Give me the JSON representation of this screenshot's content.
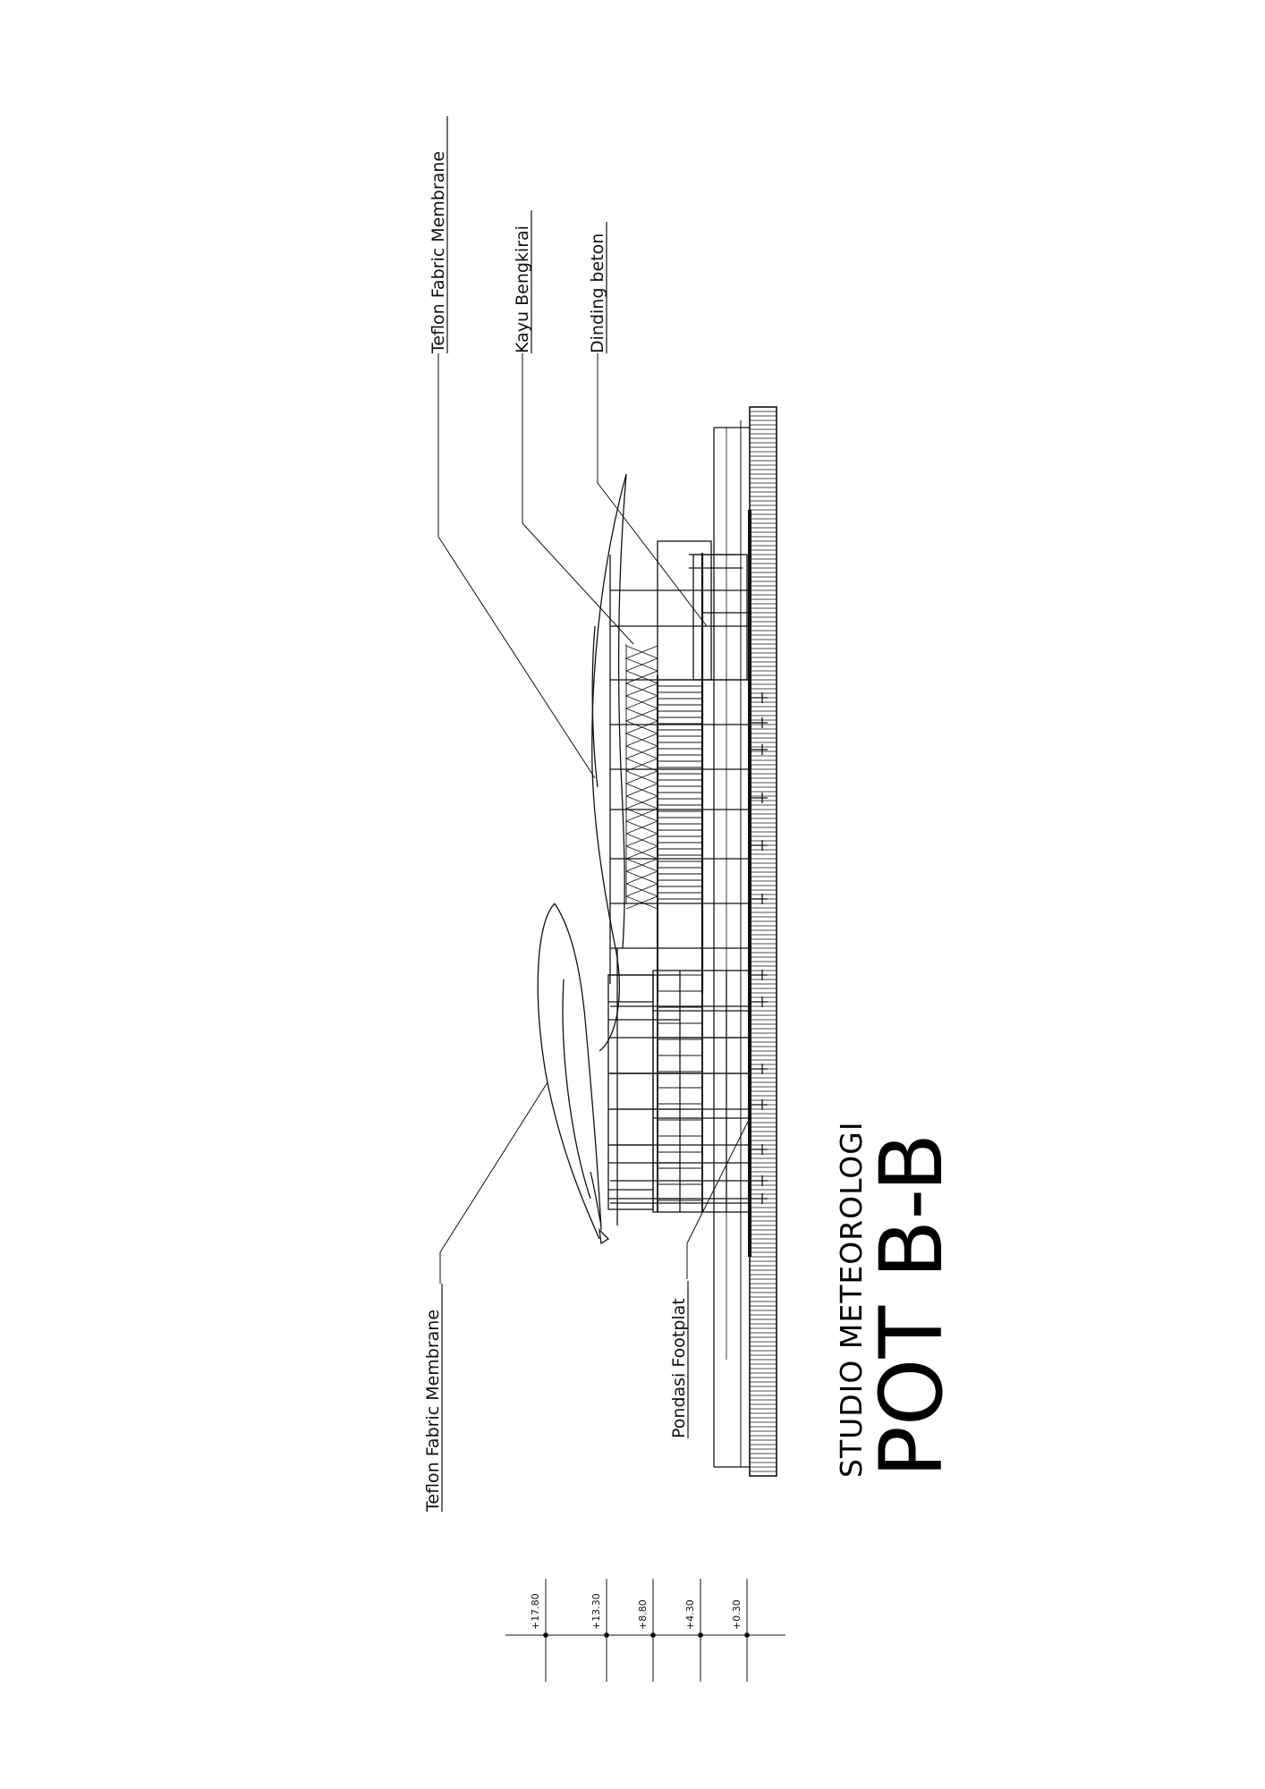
{
  "labels": {
    "teflon_top": "Teflon Fabric Membrane",
    "kayu": "Kayu Bengkirai",
    "dinding": "Dinding beton",
    "teflon_bottom": "Teflon Fabric Membrane",
    "pondasi": "Pondasi Footplat"
  },
  "title": {
    "studio": "STUDIO METEOROLOGI",
    "section": "POT B-B"
  },
  "levels": [
    "+17.80",
    "+13.30",
    "+8.80",
    "+4.30",
    "+0.30"
  ],
  "colors": {
    "line": "#111111",
    "background": "#ffffff"
  }
}
